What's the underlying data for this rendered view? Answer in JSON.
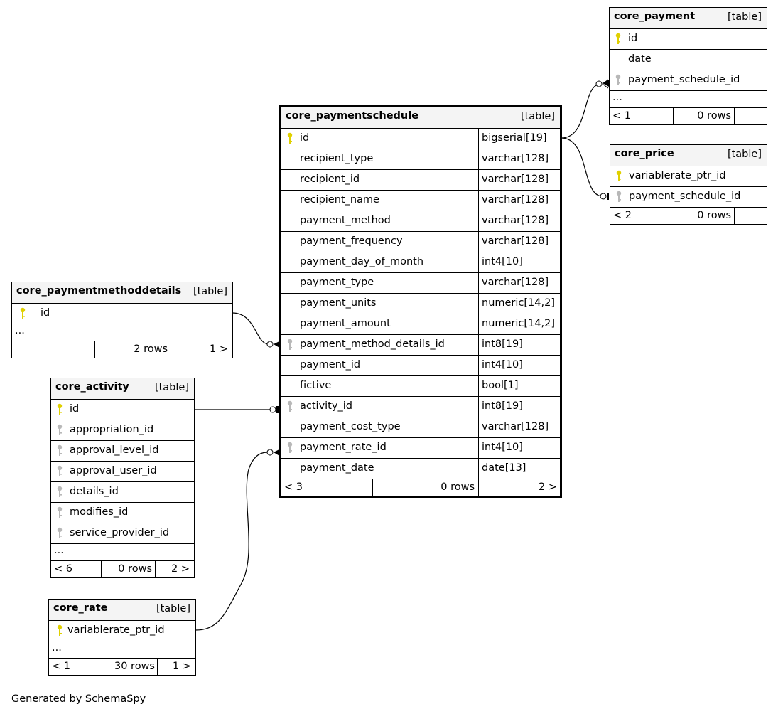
{
  "footer": "Generated by SchemaSpy",
  "tables": {
    "core_payment": {
      "name": "core_payment",
      "type": "[table]",
      "columns": [
        "id",
        "date",
        "payment_schedule_id"
      ],
      "more": "...",
      "footer": [
        "< 1",
        "0 rows",
        ""
      ]
    },
    "core_price": {
      "name": "core_price",
      "type": "[table]",
      "columns": [
        "variablerate_ptr_id",
        "payment_schedule_id"
      ],
      "footer": [
        "< 2",
        "0 rows",
        ""
      ]
    },
    "core_paymentschedule": {
      "name": "core_paymentschedule",
      "type": "[table]",
      "columns": [
        {
          "name": "id",
          "type": "bigserial[19]"
        },
        {
          "name": "recipient_type",
          "type": "varchar[128]"
        },
        {
          "name": "recipient_id",
          "type": "varchar[128]"
        },
        {
          "name": "recipient_name",
          "type": "varchar[128]"
        },
        {
          "name": "payment_method",
          "type": "varchar[128]"
        },
        {
          "name": "payment_frequency",
          "type": "varchar[128]"
        },
        {
          "name": "payment_day_of_month",
          "type": "int4[10]"
        },
        {
          "name": "payment_type",
          "type": "varchar[128]"
        },
        {
          "name": "payment_units",
          "type": "numeric[14,2]"
        },
        {
          "name": "payment_amount",
          "type": "numeric[14,2]"
        },
        {
          "name": "payment_method_details_id",
          "type": "int8[19]"
        },
        {
          "name": "payment_id",
          "type": "int4[10]"
        },
        {
          "name": "fictive",
          "type": "bool[1]"
        },
        {
          "name": "activity_id",
          "type": "int8[19]"
        },
        {
          "name": "payment_cost_type",
          "type": "varchar[128]"
        },
        {
          "name": "payment_rate_id",
          "type": "int4[10]"
        },
        {
          "name": "payment_date",
          "type": "date[13]"
        }
      ],
      "footer": [
        "< 3",
        "0 rows",
        "2 >"
      ]
    },
    "core_paymentmethoddetails": {
      "name": "core_paymentmethoddetails",
      "type": "[table]",
      "columns": [
        "id"
      ],
      "more": "...",
      "footer": [
        "",
        "2 rows",
        "1 >"
      ]
    },
    "core_activity": {
      "name": "core_activity",
      "type": "[table]",
      "columns": [
        "id",
        "appropriation_id",
        "approval_level_id",
        "approval_user_id",
        "details_id",
        "modifies_id",
        "service_provider_id"
      ],
      "more": "...",
      "footer": [
        "< 6",
        "0 rows",
        "2 >"
      ]
    },
    "core_rate": {
      "name": "core_rate",
      "type": "[table]",
      "columns": [
        "variablerate_ptr_id"
      ],
      "more": "...",
      "footer": [
        "< 1",
        "30 rows",
        "1 >"
      ]
    }
  },
  "colors": {
    "primary_key": "#e0d000",
    "foreign_key": "#b8b8b8",
    "header_bg": "#f4f4f4"
  }
}
